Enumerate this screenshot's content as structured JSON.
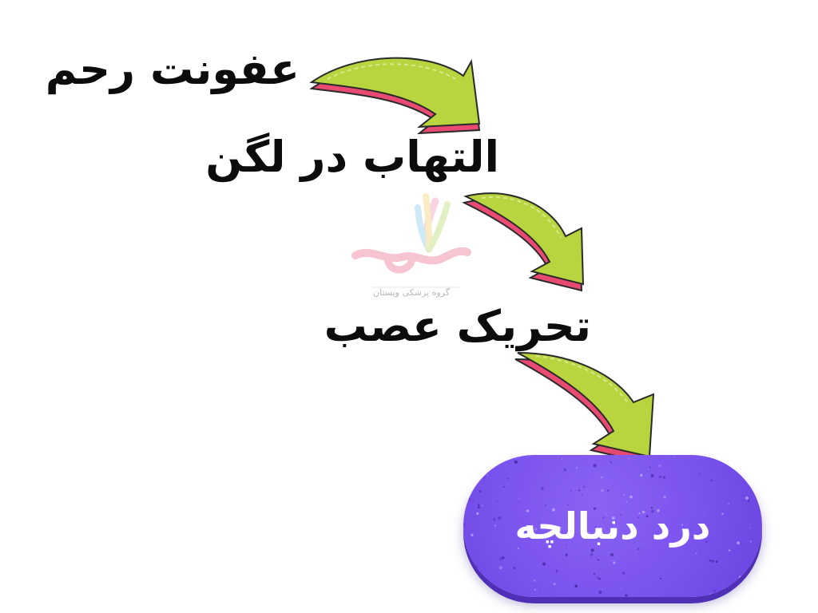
{
  "diagram": {
    "steps": [
      {
        "label": "عفونت رحم"
      },
      {
        "label": "التهاب در لگن"
      },
      {
        "label": "تحریک عصب"
      }
    ],
    "result": {
      "label": "درد دنبالچه"
    },
    "watermark": {
      "caption": "گروه پزشکی ویستان"
    }
  },
  "colors": {
    "arrow_fill": "#b8d43f",
    "arrow_shadow": "#e84a72",
    "arrow_outline": "#2a2a2a",
    "result_fill": "#7a52ee",
    "result_text": "#ffffff",
    "step_text": "#0c0c0c"
  }
}
